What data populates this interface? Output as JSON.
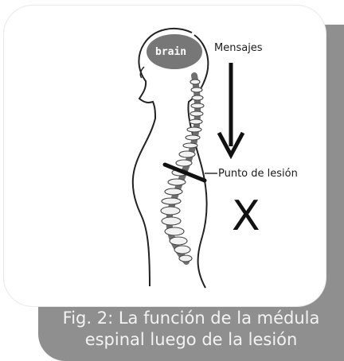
{
  "figure": {
    "brain_label": "brain",
    "messages_label": "Mensajes",
    "injury_label": "Punto de lesión",
    "blocked_mark": "X",
    "caption_line_1": "Fig. 2: La función de la médula",
    "caption_line_2": "espinal luego de la lesión"
  },
  "colors": {
    "shadow": "#8f8f8f",
    "card": "#ffffff",
    "line": "#111111",
    "brain": "#777777"
  }
}
